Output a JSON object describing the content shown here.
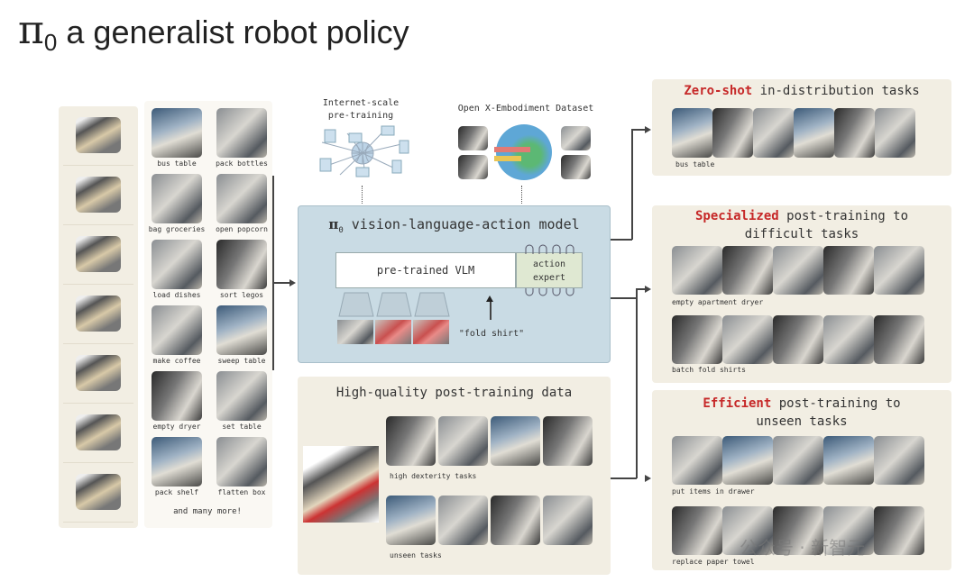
{
  "title": {
    "symbol": "π",
    "sub": "0",
    "text": "a generalist robot policy"
  },
  "left": {
    "tasks": [
      "bus table",
      "pack bottles",
      "bag groceries",
      "open popcorn",
      "load dishes",
      "sort legos",
      "make coffee",
      "sweep table",
      "empty dryer",
      "set table",
      "pack shelf",
      "flatten box"
    ],
    "more": "and many more!"
  },
  "center": {
    "internet": {
      "line1": "Internet-scale",
      "line2": "pre-training"
    },
    "oxe": "Open X-Embodiment Dataset",
    "model": {
      "symbol": "π",
      "sub": "0",
      "title": "vision-language-action model",
      "vlm": "pre-trained VLM",
      "expert1": "action",
      "expert2": "expert",
      "prompt": "\"fold shirt\""
    },
    "post": {
      "title": "High-quality post-training data",
      "row1": "high dexterity tasks",
      "row2": "unseen tasks"
    }
  },
  "right": {
    "zero": {
      "em": "Zero-shot",
      "rest": "in-distribution tasks",
      "label": "bus table"
    },
    "spec": {
      "em": "Specialized",
      "rest": "post-training to",
      "line2": "difficult tasks",
      "label1": "empty apartment dryer",
      "label2": "batch fold shirts"
    },
    "eff": {
      "em": "Efficient",
      "rest": "post-training to",
      "line2": "unseen tasks",
      "label1": "put items in drawer",
      "label2": "replace paper towel"
    }
  },
  "watermark": "公众号 · 新智元"
}
